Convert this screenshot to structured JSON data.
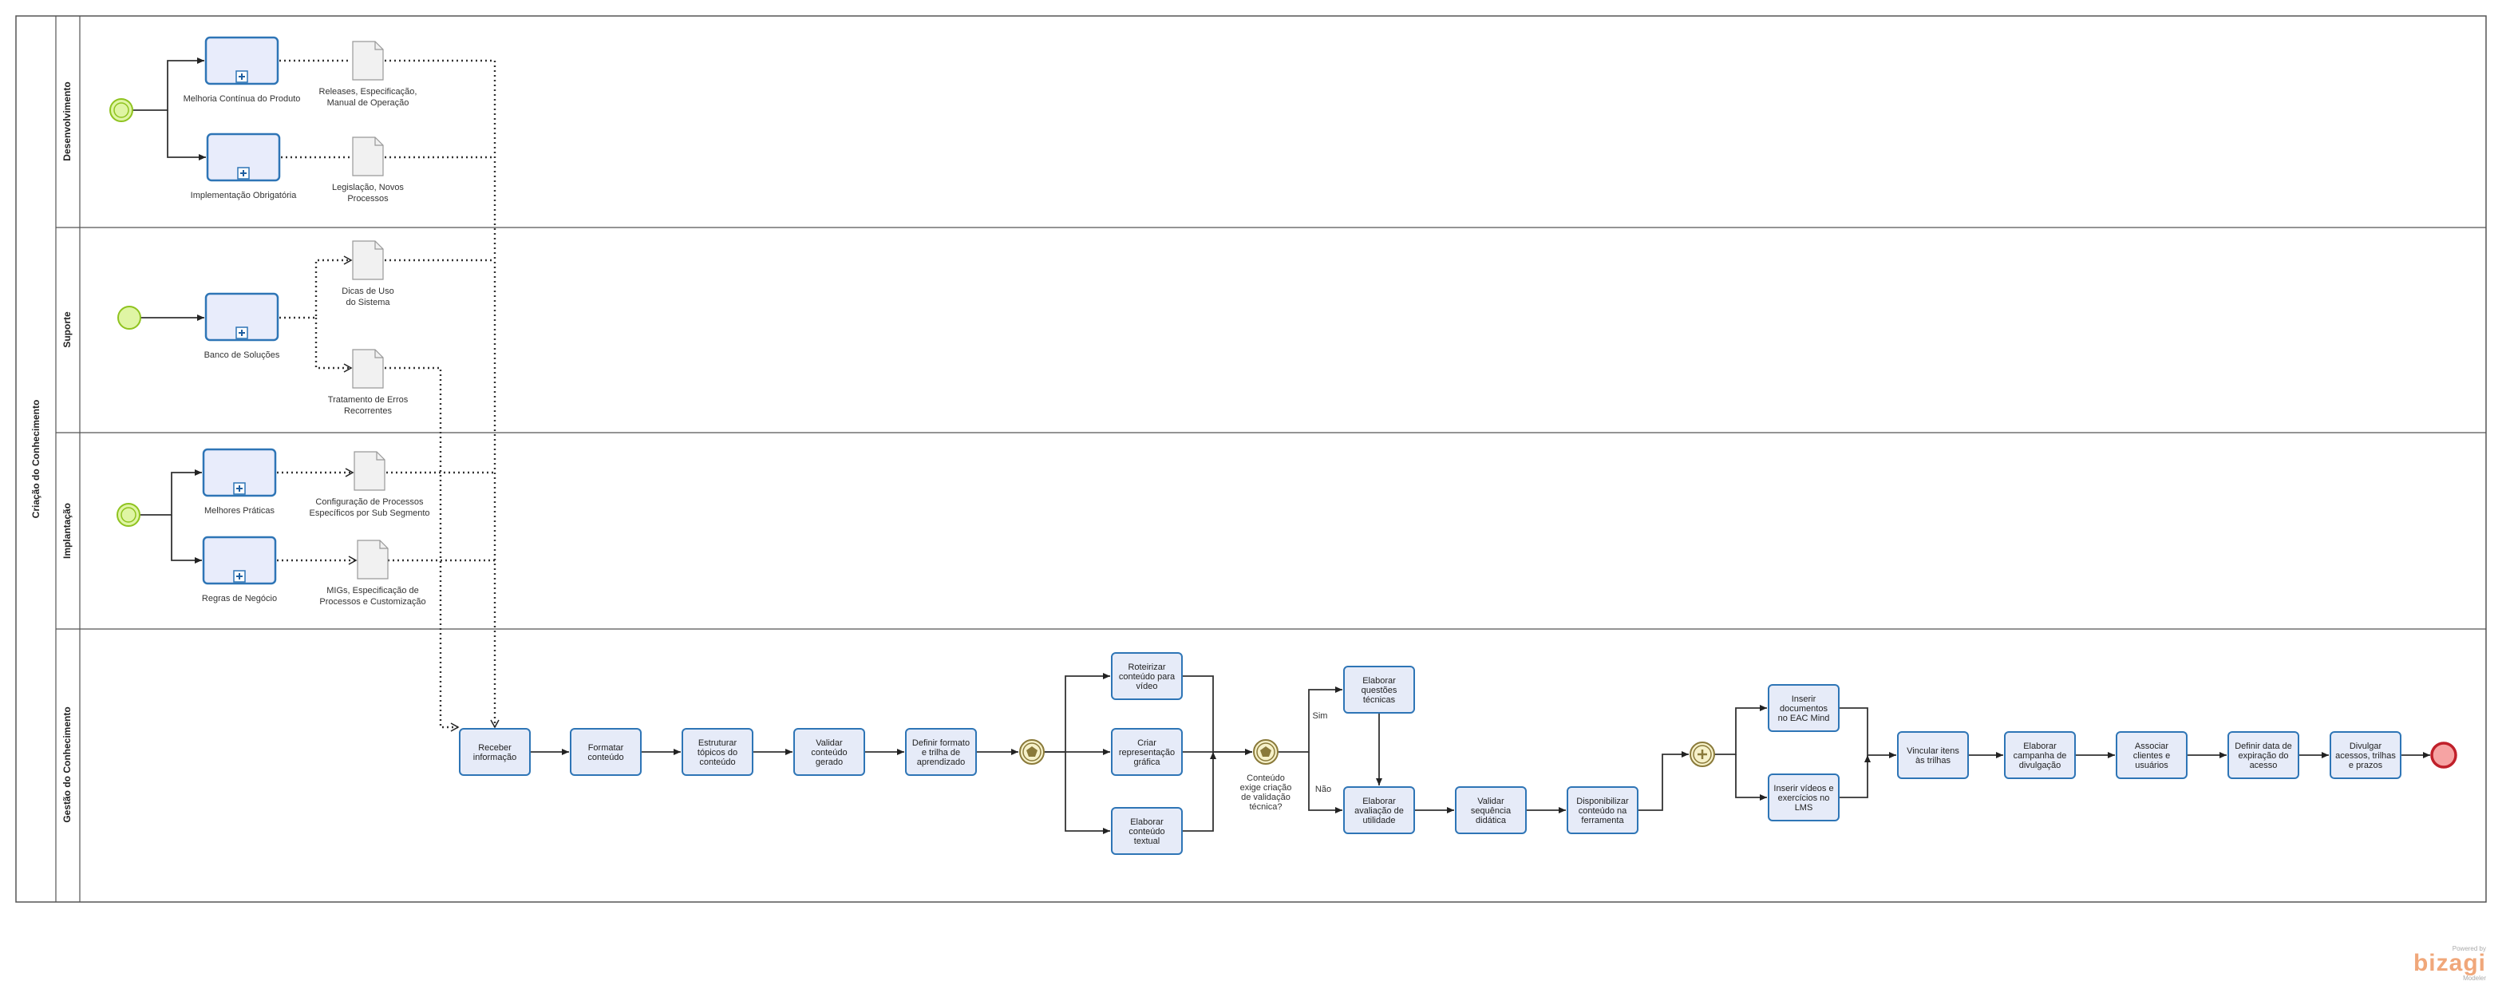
{
  "pool": {
    "title": "Criação do Conhecimento"
  },
  "lanes": [
    {
      "id": "dev",
      "title": "Desenvolvimento"
    },
    {
      "id": "sup",
      "title": "Suporte"
    },
    {
      "id": "imp",
      "title": "Implantação"
    },
    {
      "id": "gc",
      "title": "Gestão do Conhecimento"
    }
  ],
  "subprocesses": [
    {
      "id": "sp1",
      "lines": [
        "Melhoria Contínua do Produto"
      ]
    },
    {
      "id": "sp2",
      "lines": [
        "Implementação Obrigatória"
      ]
    },
    {
      "id": "sp3",
      "lines": [
        "Banco de Soluções"
      ]
    },
    {
      "id": "sp4",
      "lines": [
        "Melhores Práticas"
      ]
    },
    {
      "id": "sp5",
      "lines": [
        "Regras de Negócio"
      ]
    }
  ],
  "documents": [
    {
      "id": "d1",
      "lines": [
        "Releases, Especificação,",
        "Manual de Operação"
      ]
    },
    {
      "id": "d2",
      "lines": [
        "Legislação, Novos",
        "Processos"
      ]
    },
    {
      "id": "d3",
      "lines": [
        "Dicas de Uso",
        "do Sistema"
      ]
    },
    {
      "id": "d4",
      "lines": [
        "Tratamento de Erros",
        "Recorrentes"
      ]
    },
    {
      "id": "d5",
      "lines": [
        "Configuração de Processos",
        "Específicos por Sub Segmento"
      ]
    },
    {
      "id": "d6",
      "lines": [
        "MIGs, Especificação de",
        "Processos e Customização"
      ]
    }
  ],
  "tasks": [
    {
      "id": "t1",
      "lines": [
        "Receber",
        "informação"
      ]
    },
    {
      "id": "t2",
      "lines": [
        "Formatar",
        "conteúdo"
      ]
    },
    {
      "id": "t3",
      "lines": [
        "Estruturar",
        "tópicos do",
        "conteúdo"
      ]
    },
    {
      "id": "t4",
      "lines": [
        "Validar",
        "conteúdo",
        "gerado"
      ]
    },
    {
      "id": "t5",
      "lines": [
        "Definir formato",
        "e trilha de",
        "aprendizado"
      ]
    },
    {
      "id": "t6",
      "lines": [
        "Roteirizar",
        "conteúdo para",
        "vídeo"
      ]
    },
    {
      "id": "t7",
      "lines": [
        "Criar",
        "representação",
        "gráfica"
      ]
    },
    {
      "id": "t8",
      "lines": [
        "Elaborar",
        "conteúdo",
        "textual"
      ]
    },
    {
      "id": "t9",
      "lines": [
        "Elaborar",
        "questões",
        "técnicas"
      ]
    },
    {
      "id": "t10",
      "lines": [
        "Elaborar",
        "avaliação de",
        "utilidade"
      ]
    },
    {
      "id": "t11",
      "lines": [
        "Validar",
        "sequência",
        "didática"
      ]
    },
    {
      "id": "t12",
      "lines": [
        "Disponibilizar",
        "conteúdo na",
        "ferramenta"
      ]
    },
    {
      "id": "t13",
      "lines": [
        "Inserir",
        "documentos",
        "no EAC Mind"
      ]
    },
    {
      "id": "t14",
      "lines": [
        "Inserir vídeos e",
        "exercícios no",
        "LMS"
      ]
    },
    {
      "id": "t15",
      "lines": [
        "Vincular itens",
        "às trilhas"
      ]
    },
    {
      "id": "t16",
      "lines": [
        "Elaborar",
        "campanha de",
        "divulgação"
      ]
    },
    {
      "id": "t17",
      "lines": [
        "Associar",
        "clientes e",
        "usuários"
      ]
    },
    {
      "id": "t18",
      "lines": [
        "Definir data de",
        "expiração do",
        "acesso"
      ]
    },
    {
      "id": "t19",
      "lines": [
        "Divulgar",
        "acessos, trilhas",
        "e prazos"
      ]
    }
  ],
  "gateway_question": [
    "Conteúdo",
    "exige criação",
    "de validação",
    "técnica?"
  ],
  "flow_labels": {
    "yes": "Sim",
    "no": "Não"
  },
  "logo": {
    "powered": "Powered by",
    "brand": "bizagi",
    "product": "Modeler"
  },
  "colors": {
    "task_fill": "#e6ebf8",
    "task_stroke": "#2e75b6",
    "start_fill": "#dff5a4",
    "start_stroke": "#8fc31f",
    "end_fill": "#f6a3a3",
    "end_stroke": "#c0202a",
    "gateway_fill": "#f6f1c9",
    "gateway_stroke": "#8a7a3a"
  }
}
